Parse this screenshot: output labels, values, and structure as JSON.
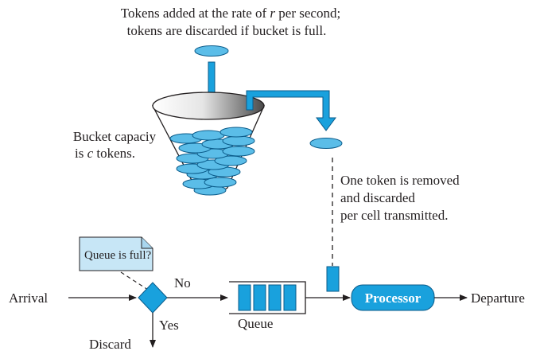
{
  "top_caption": {
    "line1_pre": "Tokens added at the rate of ",
    "line1_var": "r",
    "line1_post": " per second;",
    "line2": "tokens are discarded if bucket is full."
  },
  "bucket_caption": {
    "line1": "Bucket capaciy",
    "line2_pre": "is ",
    "line2_var": "c",
    "line2_post": " tokens."
  },
  "removal_caption": {
    "line1": "One token is removed",
    "line2": "and discarded",
    "line3": "per cell transmitted."
  },
  "callout": {
    "text": "Queue is full?"
  },
  "flow": {
    "arrival": "Arrival",
    "no": "No",
    "yes": "Yes",
    "discard": "Discard",
    "queue": "Queue",
    "processor": "Processor",
    "departure": "Departure"
  },
  "colors": {
    "token_fill": "#5bbde8",
    "token_stroke": "#0a5b8a",
    "accent": "#19a1dd",
    "callout_fill": "#c7e6f6",
    "line": "#231f20"
  }
}
